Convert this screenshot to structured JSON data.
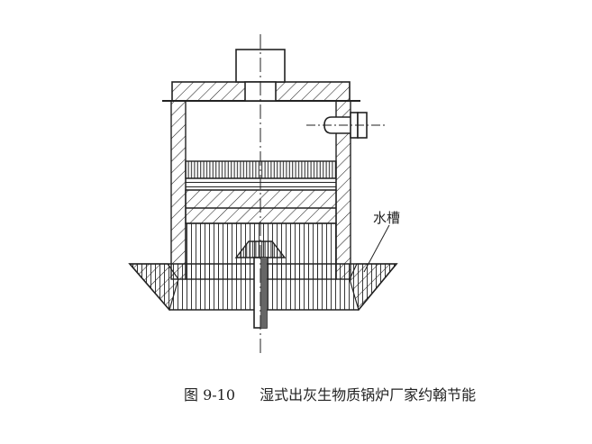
{
  "labels": {
    "water_tank": "水槽"
  },
  "caption": {
    "number": "图 9-10",
    "title": "湿式出灰生物质锅炉厂家约翰节能"
  },
  "colors": {
    "line": "#222222",
    "background": "#ffffff"
  }
}
